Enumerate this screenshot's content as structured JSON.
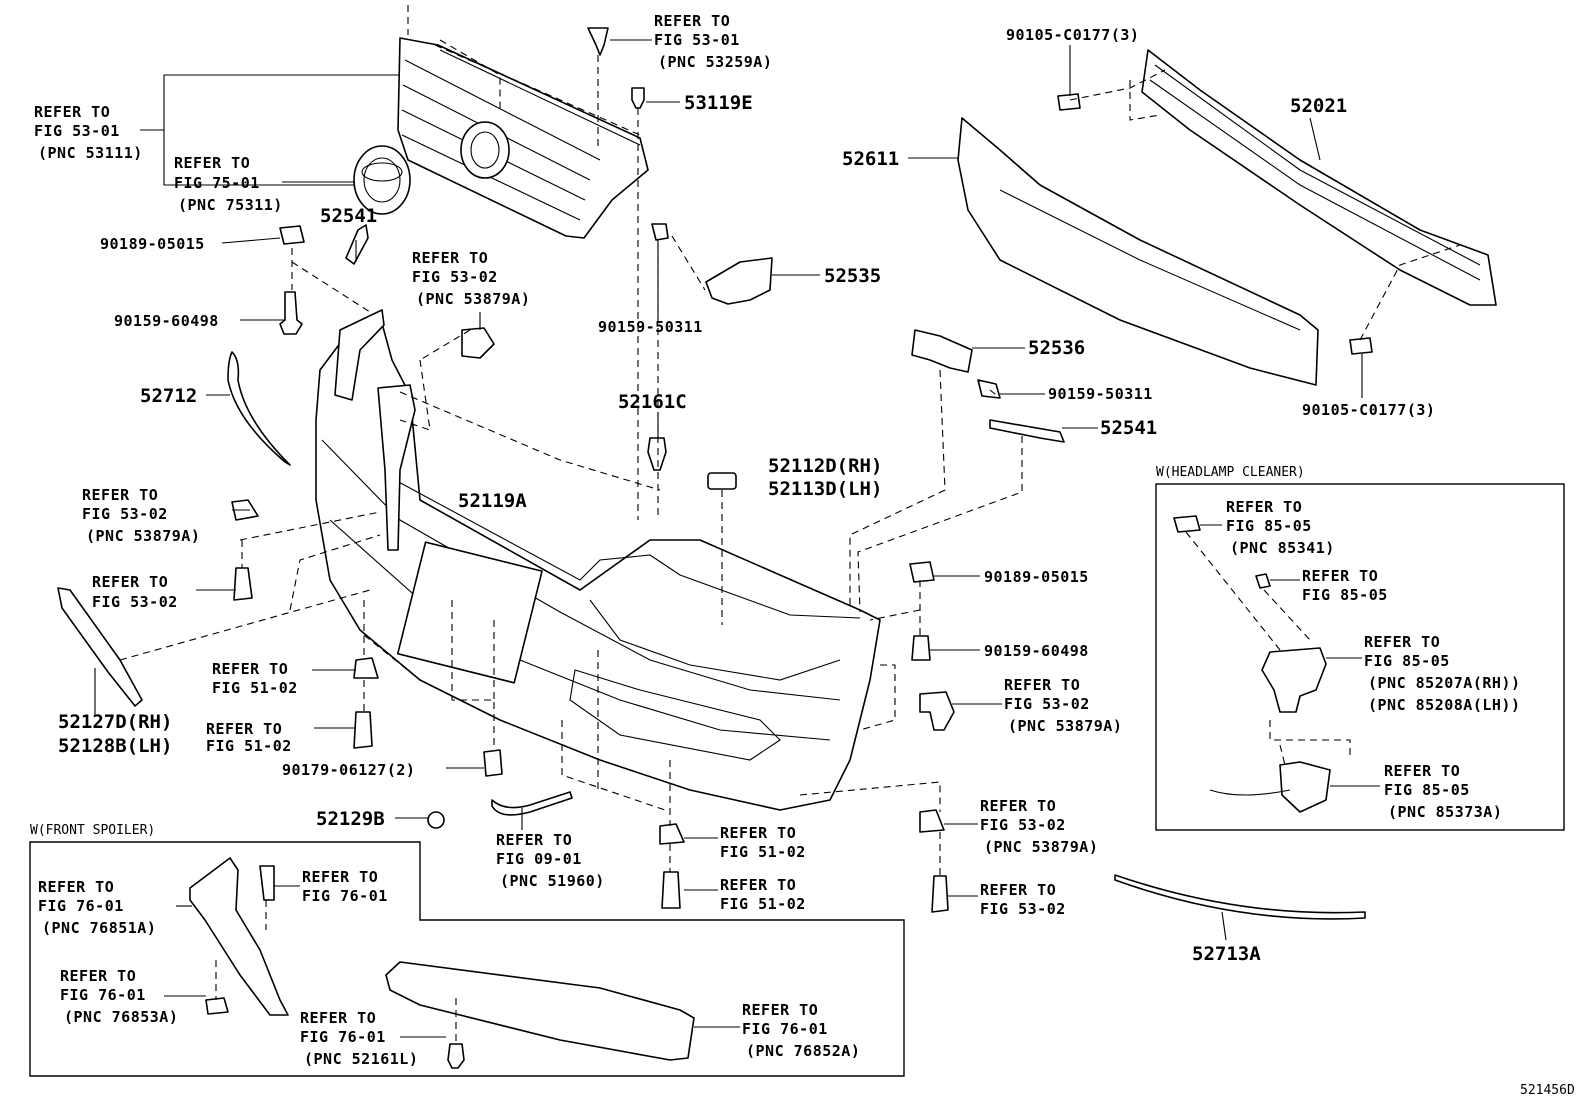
{
  "diagram_id": "521456D",
  "groups": {
    "front_spoiler": "W(FRONT SPOILER)",
    "headlamp_cleaner": "W(HEADLAMP CLEANER)"
  },
  "labels": {
    "ref_53_01_53259a": [
      "REFER TO",
      "FIG 53-01",
      "(PNC 53259A)"
    ],
    "p_53119e": "53119E",
    "ref_53_01_53111": [
      "REFER TO",
      "FIG 53-01",
      "(PNC 53111)"
    ],
    "ref_75_01_75311": [
      "REFER TO",
      "FIG 75-01",
      "(PNC 75311)"
    ],
    "p_90189_05015_l": "90189-05015",
    "p_52541_l": "52541",
    "ref_53_02_53879a_top": [
      "REFER TO",
      "FIG 53-02",
      "(PNC 53879A)"
    ],
    "p_52535": "52535",
    "p_90159_60498_l": "90159-60498",
    "p_90159_50311_l": "90159-50311",
    "p_52712": "52712",
    "p_52161c": "52161C",
    "p_52112d": "52112D(RH)",
    "p_52113d": "52113D(LH)",
    "ref_53_02_53879a_left": [
      "REFER TO",
      "FIG 53-02",
      "(PNC 53879A)"
    ],
    "p_52119a": "52119A",
    "ref_53_02_left2": [
      "REFER TO",
      "FIG 53-02"
    ],
    "p_52127d": "52127D(RH)",
    "p_52128b": "52128B(LH)",
    "ref_51_02_a": [
      "REFER TO",
      "FIG 51-02"
    ],
    "ref_51_02_b": [
      "REFER TO",
      "FIG 51-02"
    ],
    "p_90179_06127": "90179-06127(2)",
    "p_52129b": "52129B",
    "ref_09_01_51960": [
      "REFER TO",
      "FIG 09-01",
      "(PNC 51960)"
    ],
    "ref_51_02_c": [
      "REFER TO",
      "FIG 51-02"
    ],
    "ref_51_02_d": [
      "REFER TO",
      "FIG 51-02"
    ],
    "p_90105_top": "90105-C0177(3)",
    "p_52021": "52021",
    "p_52611": "52611",
    "p_52536": "52536",
    "p_90159_50311_r": "90159-50311",
    "p_90105_bot": "90105-C0177(3)",
    "p_52541_r": "52541",
    "p_90189_05015_r": "90189-05015",
    "p_90159_60498_r": "90159-60498",
    "ref_53_02_53879a_r": [
      "REFER TO",
      "FIG 53-02",
      "(PNC 53879A)"
    ],
    "ref_53_02_53879a_r2": [
      "REFER TO",
      "FIG 53-02",
      "(PNC 53879A)"
    ],
    "ref_53_02_r3": [
      "REFER TO",
      "FIG 53-02"
    ],
    "p_52713a": "52713A",
    "ref_85_05_85341": [
      "REFER TO",
      "FIG 85-05",
      "(PNC 85341)"
    ],
    "ref_85_05_plain": [
      "REFER TO",
      "FIG 85-05"
    ],
    "ref_85_05_85207": [
      "REFER TO",
      "FIG 85-05",
      "(PNC 85207A(RH))",
      "(PNC 85208A(LH))"
    ],
    "ref_85_05_85373": [
      "REFER TO",
      "FIG 85-05",
      "(PNC 85373A)"
    ],
    "ref_76_01_76851": [
      "REFER TO",
      "FIG 76-01",
      "(PNC 76851A)"
    ],
    "ref_76_01_plain": [
      "REFER TO",
      "FIG 76-01"
    ],
    "ref_76_01_76853": [
      "REFER TO",
      "FIG 76-01",
      "(PNC 76853A)"
    ],
    "ref_76_01_52161l": [
      "REFER TO",
      "FIG 76-01",
      "(PNC 52161L)"
    ],
    "ref_76_01_76852": [
      "REFER TO",
      "FIG 76-01",
      "(PNC 76852A)"
    ]
  }
}
